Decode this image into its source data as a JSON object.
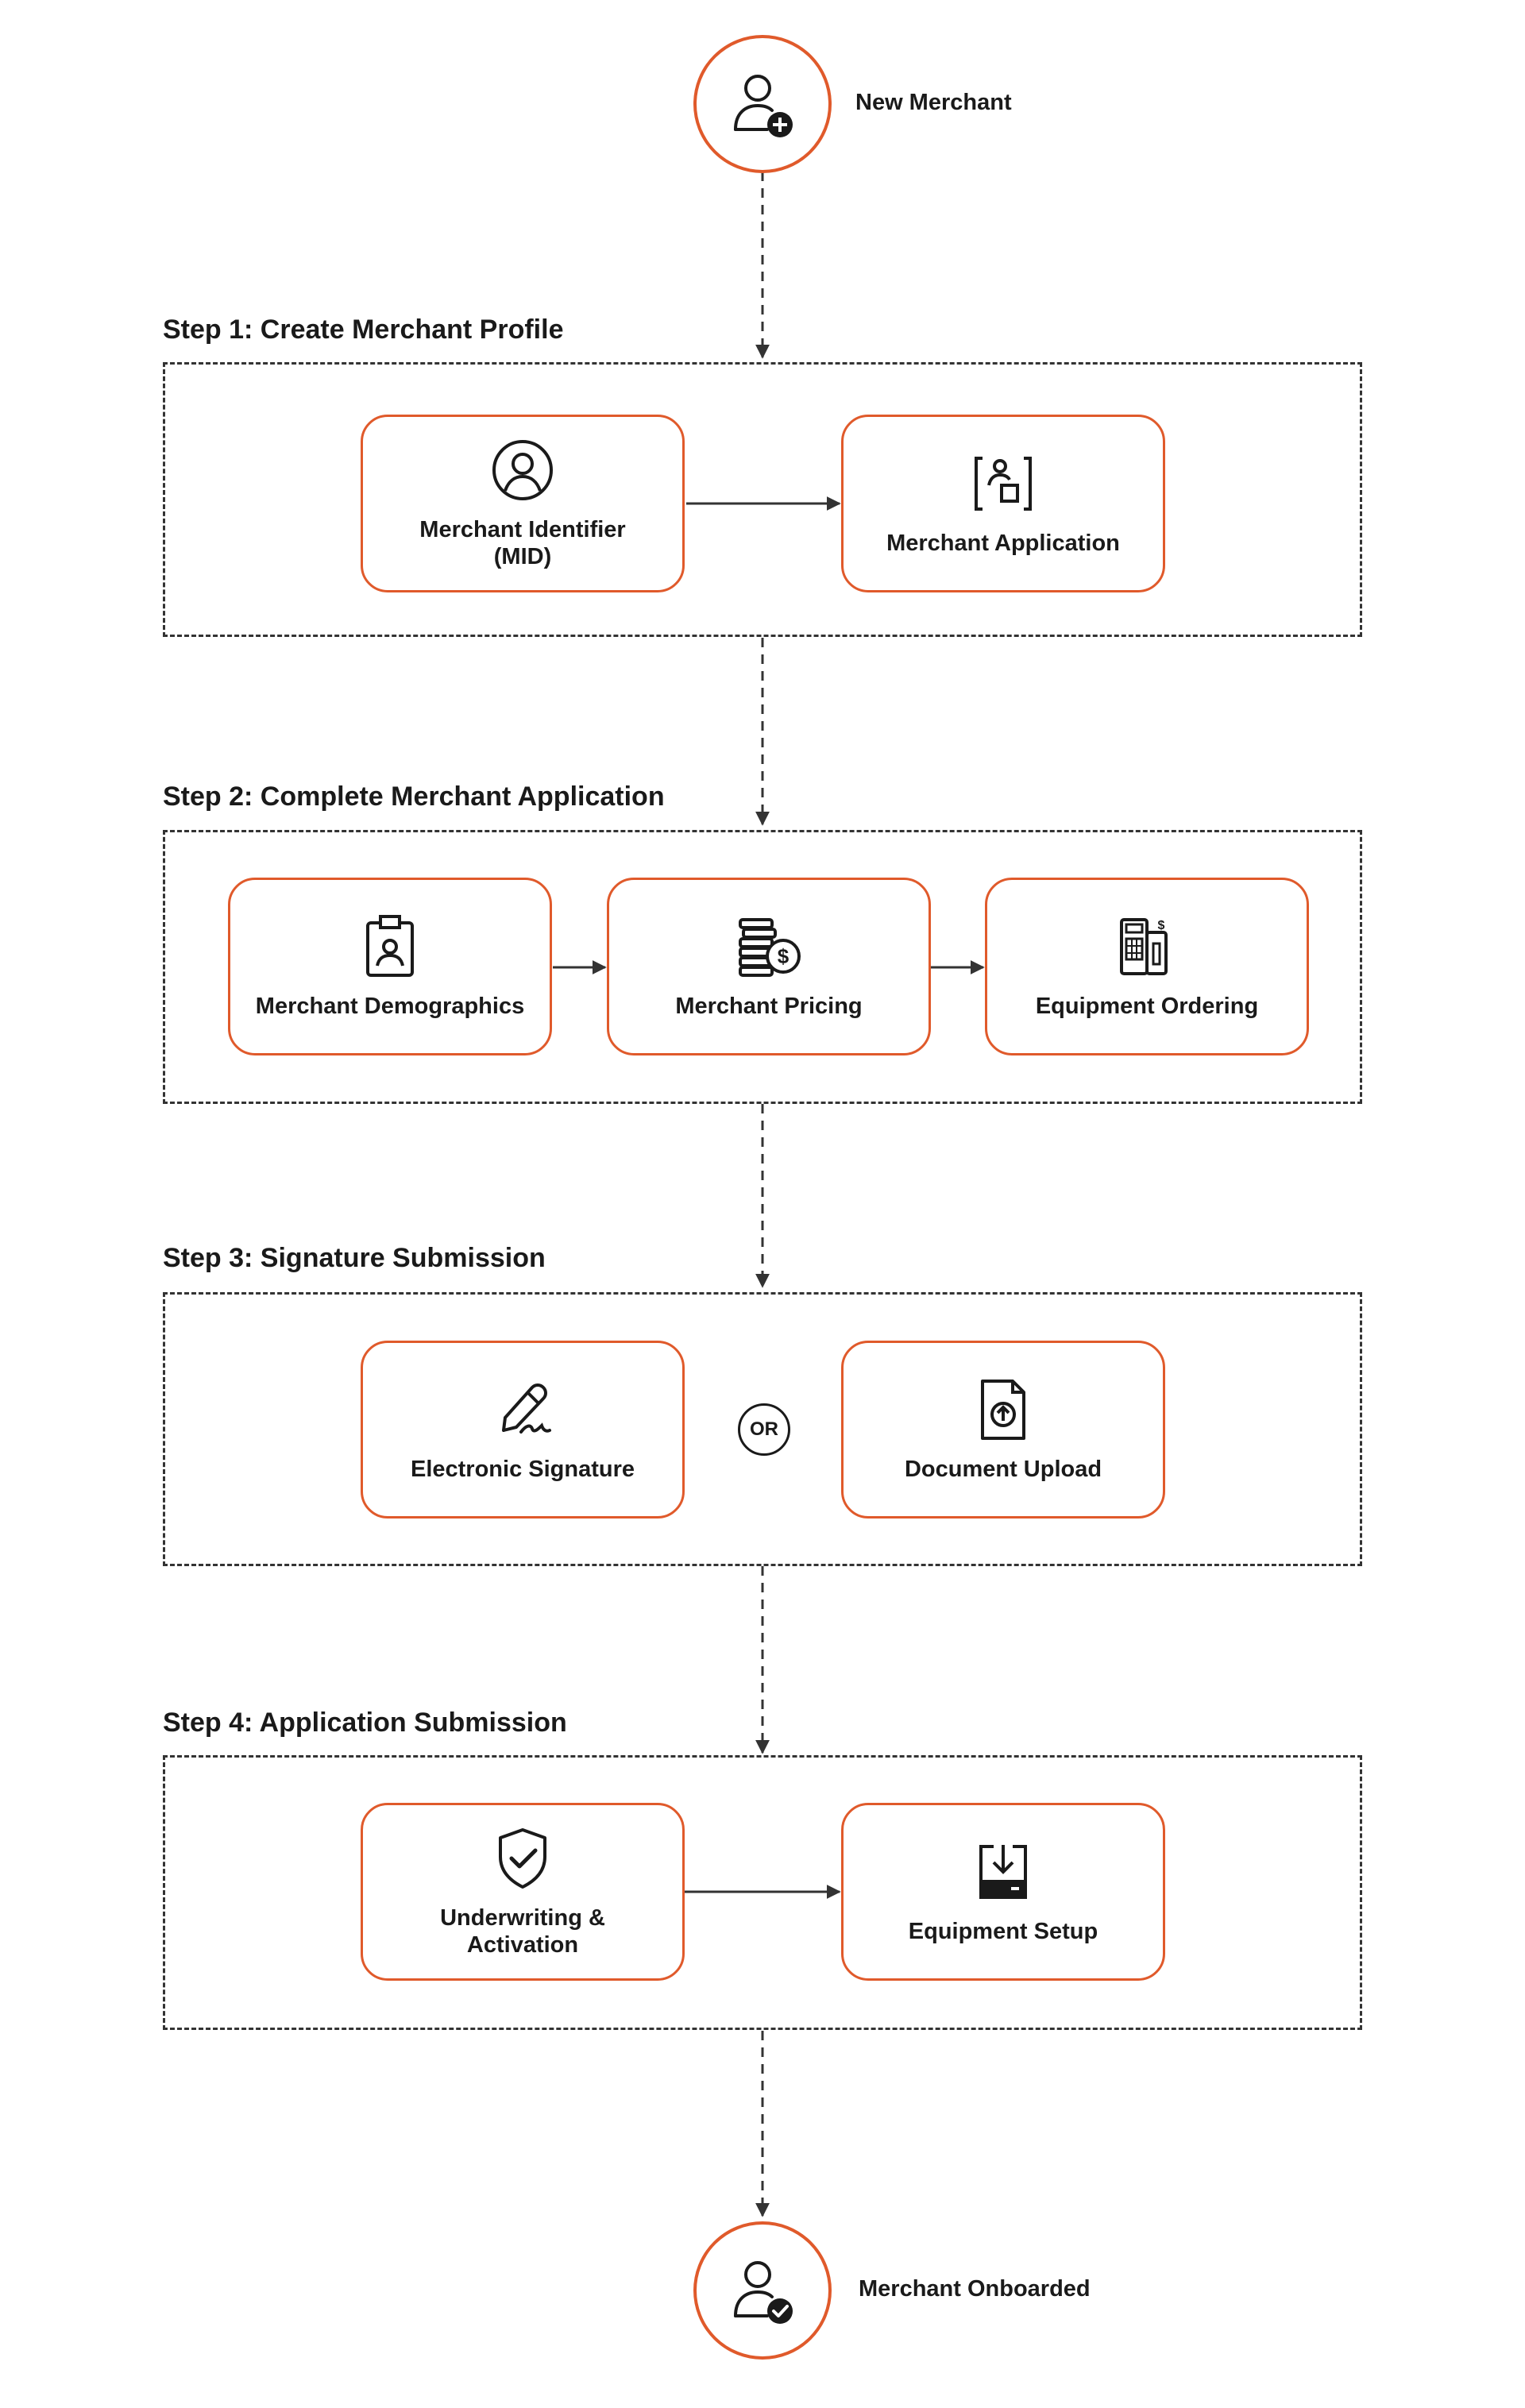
{
  "colors": {
    "accent": "#e05a2b",
    "stroke": "#1a1a1a",
    "dashed_border": "#333333",
    "background": "#ffffff"
  },
  "start": {
    "label": "New Merchant",
    "icon": "user-add-icon"
  },
  "end": {
    "label": "Merchant Onboarded",
    "icon": "user-check-icon"
  },
  "steps": [
    {
      "title": "Step 1: Create Merchant Profile",
      "cards": [
        {
          "label": "Merchant Identifier\n(MID)",
          "icon": "user-circle-icon"
        },
        {
          "label": "Merchant Application",
          "icon": "user-frame-icon"
        }
      ],
      "connector": "arrow"
    },
    {
      "title": "Step 2: Complete Merchant Application",
      "cards": [
        {
          "label": "Merchant Demographics",
          "icon": "id-badge-icon"
        },
        {
          "label": "Merchant Pricing",
          "icon": "coins-dollar-icon"
        },
        {
          "label": "Equipment Ordering",
          "icon": "pos-terminal-icon"
        }
      ],
      "connector": "arrow"
    },
    {
      "title": "Step 3: Signature Submission",
      "cards": [
        {
          "label": "Electronic Signature",
          "icon": "signature-pen-icon"
        },
        {
          "label": "Document Upload",
          "icon": "document-upload-icon"
        }
      ],
      "connector": "OR"
    },
    {
      "title": "Step 4: Application Submission",
      "cards": [
        {
          "label": "Underwriting &\nActivation",
          "icon": "shield-check-icon"
        },
        {
          "label": "Equipment Setup",
          "icon": "download-tray-icon"
        }
      ],
      "connector": "arrow"
    }
  ]
}
